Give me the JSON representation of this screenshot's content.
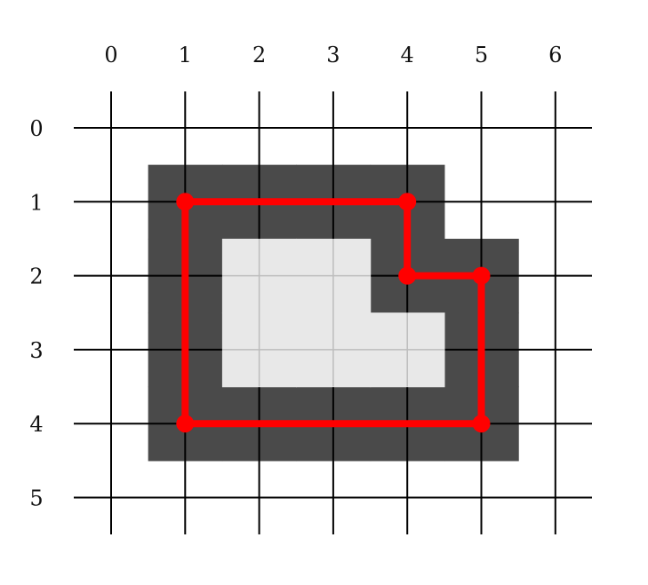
{
  "grid": {
    "columns": [
      0,
      1,
      2,
      3,
      4,
      5,
      6
    ],
    "rows": [
      0,
      1,
      2,
      3,
      4,
      5
    ]
  },
  "colors": {
    "dark_cells": "#4a4a4a",
    "light_cells": "#e8e8e8",
    "inner_grid": "#bdbdbd",
    "path": "#ff0000",
    "grid_lines": "#000000"
  },
  "dark_cells": [
    [
      1,
      1
    ],
    [
      2,
      1
    ],
    [
      3,
      1
    ],
    [
      4,
      1
    ],
    [
      1,
      2
    ],
    [
      4,
      2
    ],
    [
      5,
      2
    ],
    [
      1,
      3
    ],
    [
      5,
      3
    ],
    [
      1,
      4
    ],
    [
      2,
      4
    ],
    [
      3,
      4
    ],
    [
      4,
      4
    ],
    [
      5,
      4
    ]
  ],
  "light_cells": [
    [
      2,
      2
    ],
    [
      3,
      2
    ],
    [
      2,
      3
    ],
    [
      3,
      3
    ],
    [
      4,
      3
    ]
  ],
  "path_points": [
    [
      1,
      1
    ],
    [
      4,
      1
    ],
    [
      4,
      2
    ],
    [
      5,
      2
    ],
    [
      5,
      4
    ],
    [
      1,
      4
    ],
    [
      1,
      1
    ]
  ]
}
